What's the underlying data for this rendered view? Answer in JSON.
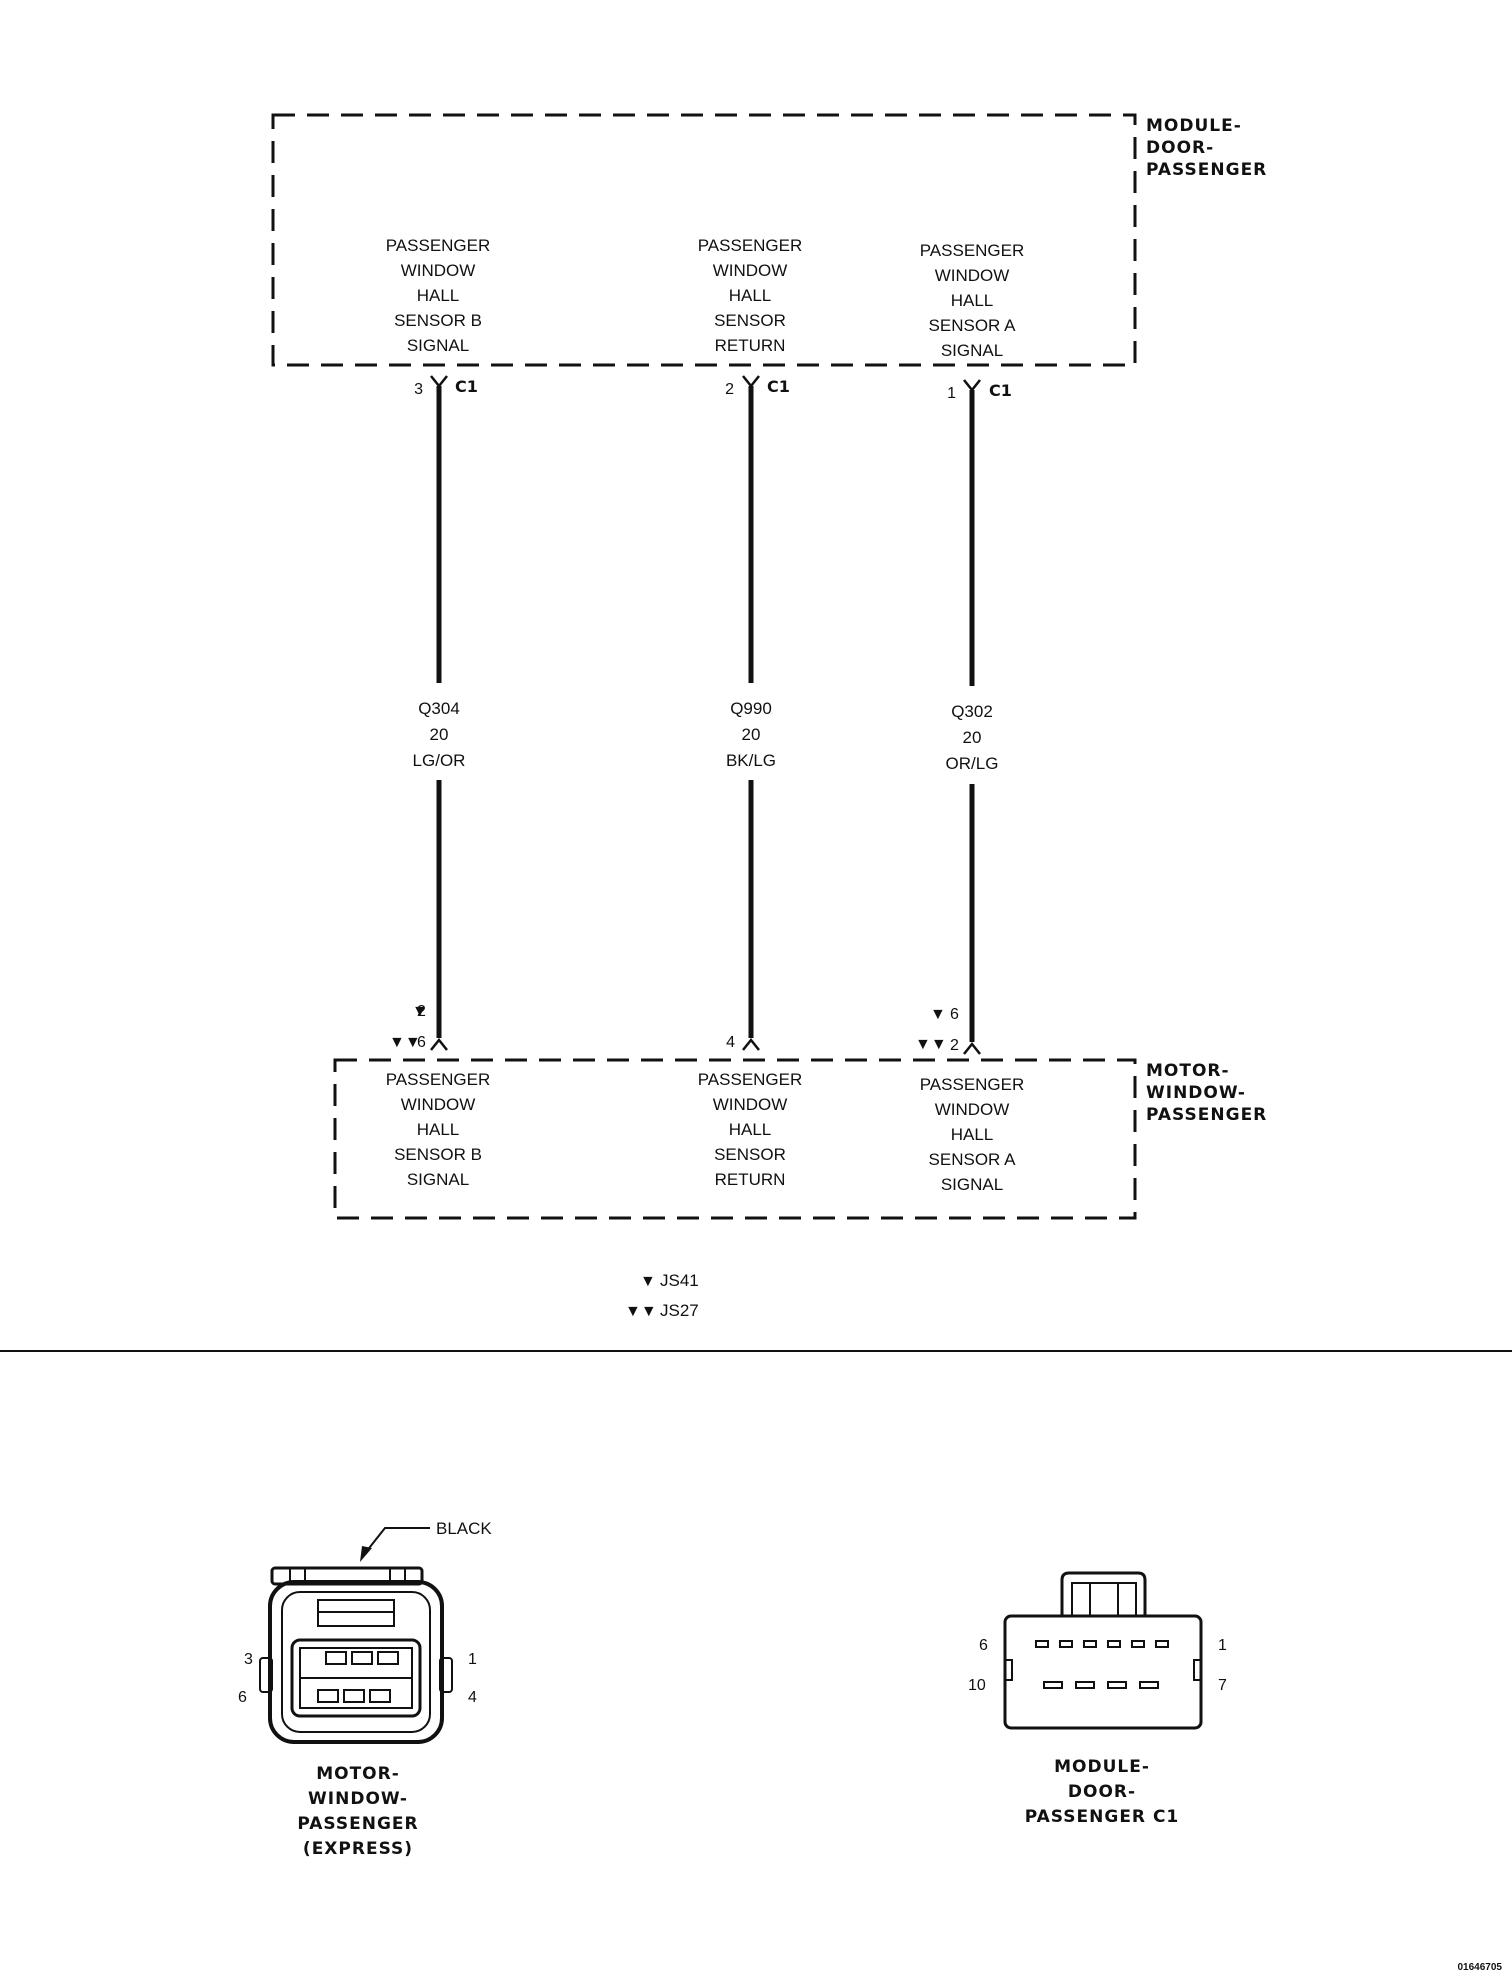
{
  "module_door_passenger": {
    "title_lines": [
      "MODULE-",
      "DOOR-",
      "PASSENGER"
    ],
    "pins": [
      {
        "name_lines": [
          "PASSENGER",
          "WINDOW",
          "HALL",
          "SENSOR B",
          "SIGNAL"
        ],
        "pin": "3",
        "connector": "C1"
      },
      {
        "name_lines": [
          "PASSENGER",
          "WINDOW",
          "HALL",
          "SENSOR",
          "RETURN"
        ],
        "pin": "2",
        "connector": "C1"
      },
      {
        "name_lines": [
          "PASSENGER",
          "WINDOW",
          "HALL",
          "SENSOR A",
          "SIGNAL"
        ],
        "pin": "1",
        "connector": "C1"
      }
    ]
  },
  "wires": [
    {
      "circuit": "Q304",
      "gauge": "20",
      "color": "LG/OR"
    },
    {
      "circuit": "Q990",
      "gauge": "20",
      "color": "BK/LG"
    },
    {
      "circuit": "Q302",
      "gauge": "20",
      "color": "OR/LG"
    }
  ],
  "motor_window_passenger": {
    "title_lines": [
      "MOTOR-",
      "WINDOW-",
      "PASSENGER"
    ],
    "pins": [
      {
        "name_lines": [
          "PASSENGER",
          "WINDOW",
          "HALL",
          "SENSOR B",
          "SIGNAL"
        ],
        "pin_single": "2",
        "pin_double": "6"
      },
      {
        "name_lines": [
          "PASSENGER",
          "WINDOW",
          "HALL",
          "SENSOR",
          "RETURN"
        ],
        "pin": "4"
      },
      {
        "name_lines": [
          "PASSENGER",
          "WINDOW",
          "HALL",
          "SENSOR A",
          "SIGNAL"
        ],
        "pin_single": "6",
        "pin_double": "2"
      }
    ]
  },
  "legend": [
    {
      "symbol": "▼",
      "code": "JS41"
    },
    {
      "symbol": "▼▼",
      "code": "JS27"
    }
  ],
  "connector_views": {
    "motor": {
      "color_label": "BLACK",
      "pins": {
        "top_left": "3",
        "top_right": "1",
        "bottom_left": "6",
        "bottom_right": "4"
      },
      "caption_lines": [
        "MOTOR-",
        "WINDOW-",
        "PASSENGER",
        "(EXPRESS)"
      ]
    },
    "module": {
      "pins": {
        "top_left": "6",
        "top_right": "1",
        "bottom_left": "10",
        "bottom_right": "7"
      },
      "caption_lines": [
        "MODULE-",
        "DOOR-",
        "PASSENGER C1"
      ]
    }
  },
  "figure_id": "01646705"
}
